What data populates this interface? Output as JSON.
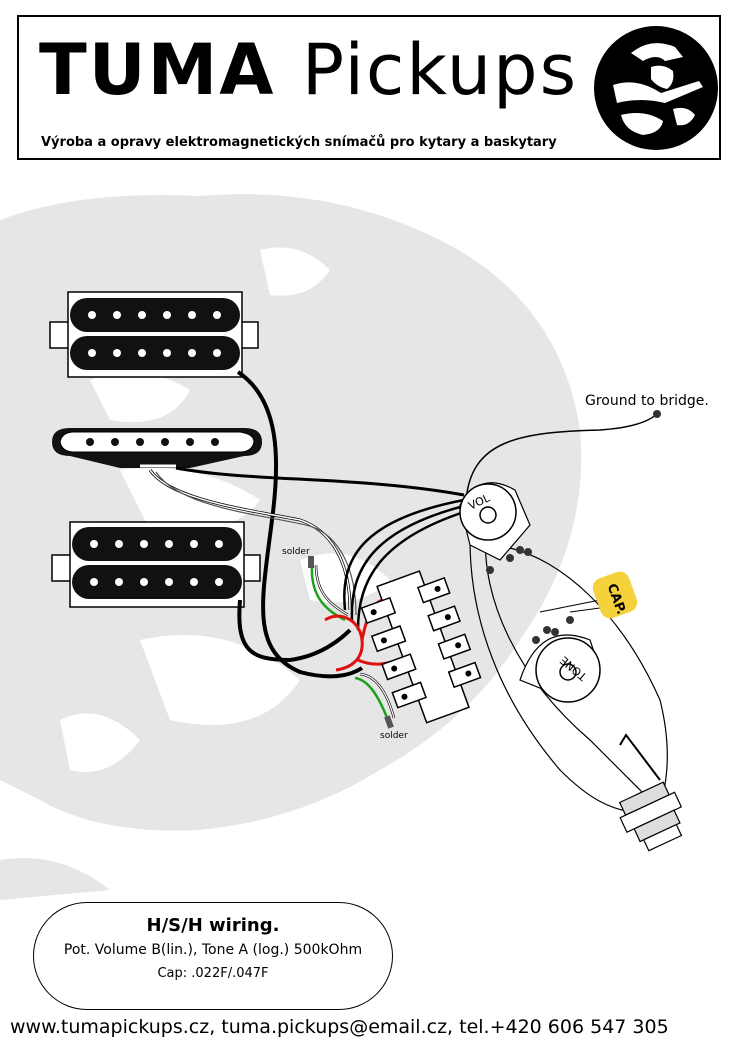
{
  "header": {
    "brand_first": "TUMA",
    "brand_rest": "Pickups",
    "tagline": "Výroba a opravy elektromagnetických snímačů pro kytary a baskytary"
  },
  "labels": {
    "ground": "Ground to bridge.",
    "solder_top": "solder",
    "solder_bottom": "solder",
    "cap": "CAP.",
    "vol": "VOL",
    "tone": "TONE"
  },
  "info": {
    "title": "H/S/H wiring.",
    "spec": "Pot. Volume B(lin.), Tone A (log.) 500kOhm",
    "cap": "Cap: .022F/.047F"
  },
  "footer": {
    "contact": "www.tumapickups.cz, tuma.pickups@email.cz,  tel.+420 606 547 305"
  },
  "colors": {
    "background_watermark": "#e6e6e6",
    "cap_yellow": "#f5d23c",
    "wire_red": "#e01010",
    "wire_green": "#1aa31a"
  }
}
